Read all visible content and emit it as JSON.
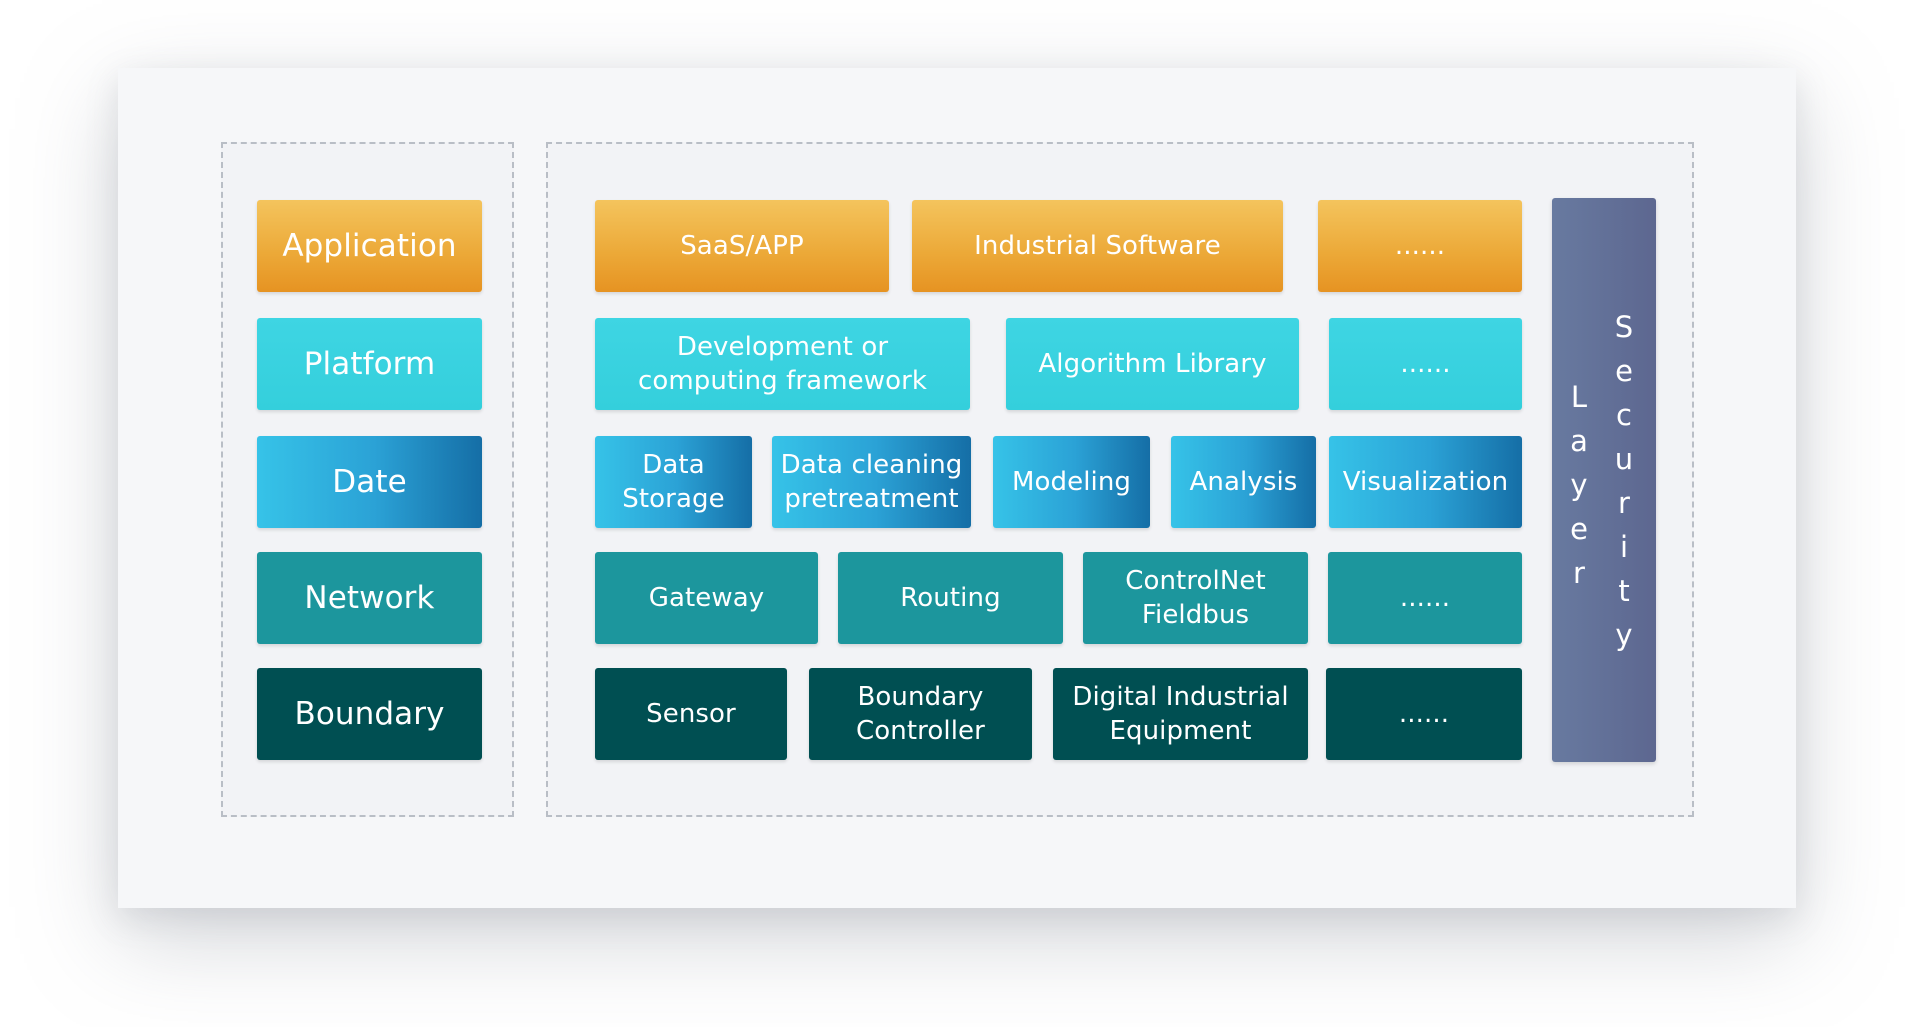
{
  "left_layers": [
    {
      "label": "Application",
      "tone": "orange"
    },
    {
      "label": "Platform",
      "tone": "cyan"
    },
    {
      "label": "Date",
      "tone": "blue"
    },
    {
      "label": "Network",
      "tone": "teal"
    },
    {
      "label": "Boundary",
      "tone": "dark"
    }
  ],
  "application_row": [
    {
      "label": "SaaS/APP"
    },
    {
      "label": "Industrial Software"
    },
    {
      "label": "......"
    }
  ],
  "platform_row": [
    {
      "label": "Development or computing framework"
    },
    {
      "label": "Algorithm Library"
    },
    {
      "label": "......"
    }
  ],
  "data_row": [
    {
      "label": "Data Storage"
    },
    {
      "label": "Data cleaning pretreatment"
    },
    {
      "label": "Modeling"
    },
    {
      "label": "Analysis"
    },
    {
      "label": "Visualization"
    }
  ],
  "network_row": [
    {
      "label": "Gateway"
    },
    {
      "label": "Routing"
    },
    {
      "label": "ControlNet Fieldbus"
    },
    {
      "label": "......"
    }
  ],
  "boundary_row": [
    {
      "label": "Sensor"
    },
    {
      "label": "Boundary Controller"
    },
    {
      "label": "Digital Industrial Equipment"
    },
    {
      "label": "......"
    }
  ],
  "security_layer": {
    "word_layer": "Layer",
    "word_security": "Security",
    "letters_layer": [
      "L",
      "a",
      "y",
      "e",
      "r"
    ],
    "letters_security": [
      "S",
      "e",
      "c",
      "u",
      "r",
      "i",
      "t",
      "y"
    ]
  },
  "colors": {
    "orange": "#ECA938",
    "cyan": "#34CFDC",
    "blue": "#2BA2D6",
    "teal": "#1C969D",
    "dark": "#004F52",
    "security": "#6374A0"
  }
}
